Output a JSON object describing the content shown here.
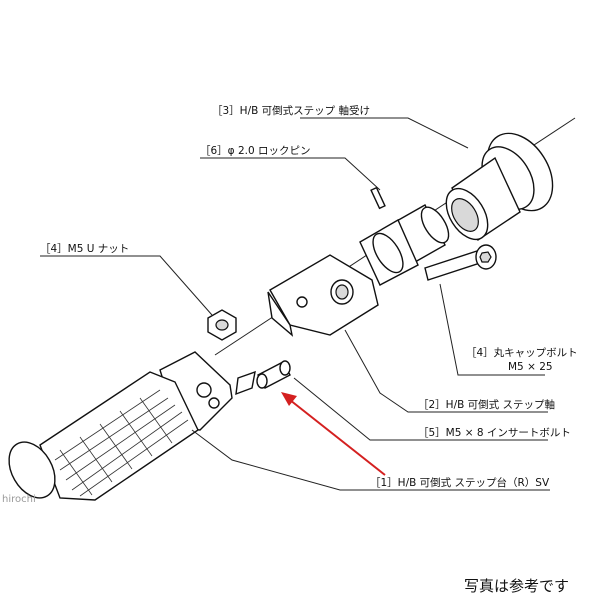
{
  "labels": {
    "p3": "［3］H/B 可倒式ステップ 軸受け",
    "p6": "［6］φ 2.0 ロックピン",
    "p4nut": "［4］M5 U ナット",
    "p4bolt_line1": "［4］丸キャップボルト",
    "p4bolt_line2": "M5 × 25",
    "p2": "［2］H/B 可倒式 ステップ軸",
    "p5": "［5］M5 × 8 インサートボルト",
    "p1": "［1］H/B 可倒式 ステップ台（R）SV"
  },
  "watermark": "hirochi",
  "caption": "写真は参考です",
  "colors": {
    "arrow": "#d42020",
    "line": "#222222"
  }
}
